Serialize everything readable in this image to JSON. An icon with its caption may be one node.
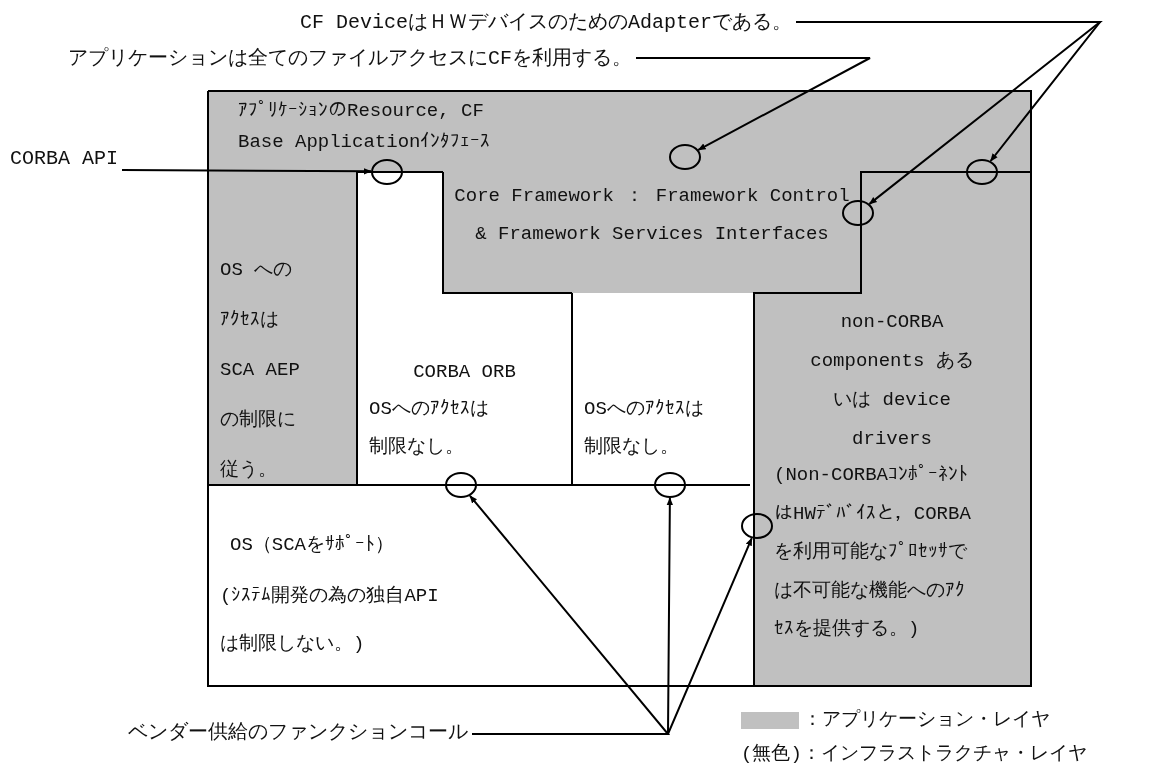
{
  "diagram": {
    "nodes": [
      {
        "text": [
          "CF DeviceはＨＷデバイスのためのAdapterである。"
        ]
      },
      {
        "text": [
          "アプリケーションは全てのファイルアクセスにCFを利用する。"
        ]
      },
      {
        "text": [
          "ｱﾌﾟﾘｹｰｼｮﾝのResource, CF Base Applicationｲﾝﾀﾌｪｰｽ"
        ]
      },
      {
        "text": [
          "CORBA API"
        ]
      },
      {
        "text": [
          "Core Framework ： Framework Control & Framework Services Interfaces"
        ]
      },
      {
        "text": [
          "OS へのｱｸｾｽはSCA AEPの制限に従う。"
        ]
      },
      {
        "text": [
          "CORBA ORB",
          "OSへのｱｸｾｽは制限なし。"
        ]
      },
      {
        "text": [
          "OSへのｱｸｾｽは制限なし。"
        ]
      },
      {
        "text": [
          "non-CORBA components あるいは device drivers",
          "(Non-CORBAｺﾝﾎﾟｰﾈﾝﾄはHWﾃﾞﾊﾞｲｽと，CORBAを利用可能なﾌﾟﾛｾｯｻでは不可能な機能へのｱｸｾｽを提供する。)"
        ]
      },
      {
        "text": [
          "OS（SCAをｻﾎﾟｰﾄ）",
          "(ｼｽﾃﾑ開発の為の独自APIは制限しない。)"
        ]
      },
      {
        "text": [
          "ベンダー供給のファンクションコール"
        ]
      },
      {
        "text": [],
        "shape": "circle"
      },
      {
        "text": [],
        "shape": "circle",
        "in": 2
      },
      {
        "text": [],
        "shape": "circle"
      },
      {
        "text": [],
        "shape": "circle"
      },
      {
        "text": [],
        "shape": "circle"
      },
      {
        "text": [],
        "shape": "circle"
      },
      {
        "text": [],
        "shape": "circle"
      }
    ],
    "edges": [
      {
        "from": 3,
        "to": 11,
        "arrow": "to"
      },
      {
        "from": 1,
        "to": 12,
        "arrow": "to"
      },
      {
        "from": 0,
        "to": 13,
        "arrow": "to"
      },
      {
        "from": 0,
        "to": 14,
        "arrow": "to"
      },
      {
        "from": 10,
        "to": 15,
        "arrow": "to"
      },
      {
        "from": 10,
        "to": 16,
        "arrow": "to"
      },
      {
        "from": 10,
        "to": 17,
        "arrow": "to"
      }
    ],
    "legend": [
      {
        "text": "：アプリケーション・レイヤ",
        "color": "#c0c0c0"
      },
      {
        "text": "(無色)：インフラストラクチャ・レイヤ"
      }
    ]
  }
}
